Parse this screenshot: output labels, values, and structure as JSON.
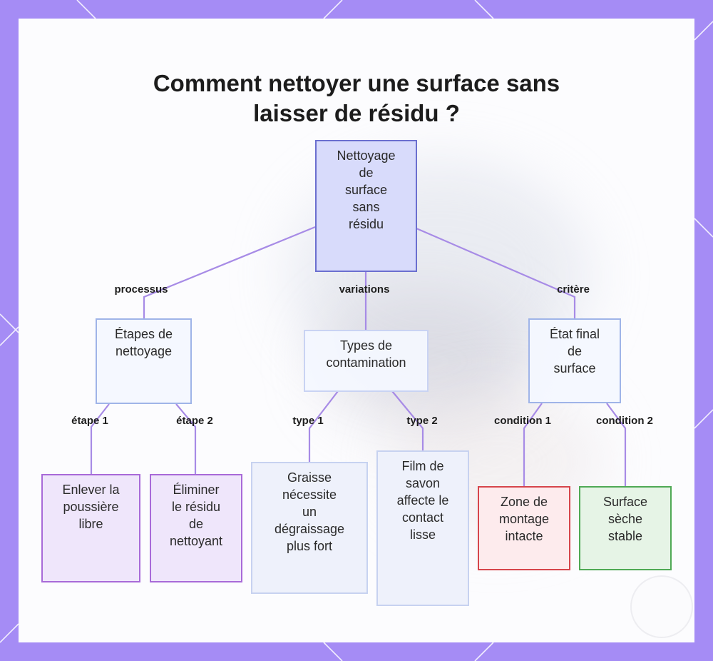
{
  "title_lines": [
    "Comment nettoyer une surface sans",
    "laisser de résidu ?"
  ],
  "nodes": {
    "root": [
      "Nettoyage",
      "de",
      "surface",
      "sans",
      "résidu"
    ],
    "etapes": [
      "Étapes de",
      "nettoyage"
    ],
    "types": [
      "Types de",
      "contamination"
    ],
    "etat": [
      "État final",
      "de",
      "surface"
    ],
    "enlever": [
      "Enlever la",
      "poussière",
      "libre"
    ],
    "eliminer": [
      "Éliminer",
      "le résidu",
      "de",
      "nettoyant"
    ],
    "graisse": [
      "Graisse",
      "nécessite",
      "un",
      "dégraissage",
      "plus fort"
    ],
    "film": [
      "Film de",
      "savon",
      "affecte le",
      "contact",
      "lisse"
    ],
    "zone": [
      "Zone de",
      "montage",
      "intacte"
    ],
    "surface": [
      "Surface",
      "sèche",
      "stable"
    ]
  },
  "edge_labels": {
    "processus": "processus",
    "variations": "variations",
    "critere": "critère",
    "etape1": "étape 1",
    "etape2": "étape 2",
    "type1": "type 1",
    "type2": "type 2",
    "condition1": "condition 1",
    "condition2": "condition 2"
  },
  "colors": {
    "background": "#a58cf5",
    "edge": "#a78be6",
    "root_fill": "#d8dbfb",
    "purple_fill": "#efe6fb",
    "red_fill": "#fdebed",
    "green_fill": "#e6f4e6"
  }
}
